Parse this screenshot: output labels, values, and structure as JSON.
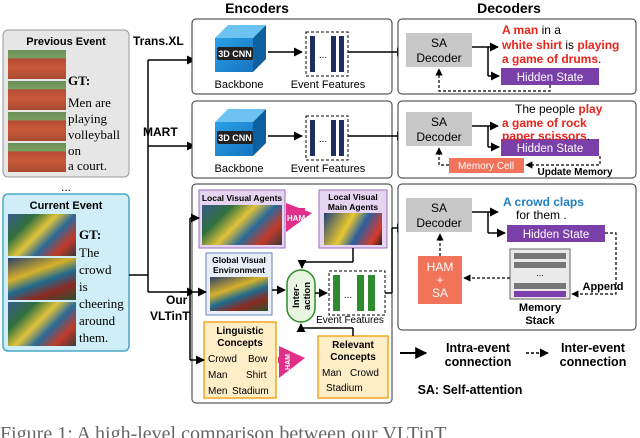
{
  "headers": {
    "encoders": "Encoders",
    "decoders": "Decoders"
  },
  "previous_event": {
    "title": "Previous Event",
    "gt_label": "GT:",
    "gt_lines": [
      "Men are",
      "playing",
      "volleyball",
      "on",
      "a court."
    ]
  },
  "ellipsis": "...",
  "current_event": {
    "title": "Current Event",
    "gt_label": "GT:",
    "gt_lines": [
      "The",
      "crowd",
      "is",
      "cheering",
      "around",
      "them."
    ]
  },
  "models": {
    "transxl": "Trans.XL",
    "mart": "MART",
    "ours_line1": "Our",
    "ours_line2": "VLTinT"
  },
  "encoder": {
    "cnn": "3D CNN",
    "backbone": "Backbone",
    "event_features": "Event Features",
    "local_visual_agents": "Local Visual Agents",
    "local_visual_main_agents_line1": "Local Visual",
    "local_visual_main_agents_line2": "Main Agents",
    "global_visual_line1": "Global Visual",
    "global_visual_line2": "Environment",
    "ham": "HAM",
    "interaction_line1": "Inter-",
    "interaction_line2": "action",
    "linguistic_line1": "Linguistic",
    "linguistic_line2": "Concepts",
    "linguistic_words": [
      "Crowd",
      "Bow",
      "Man",
      "Shirt",
      "Men",
      "Stadium"
    ],
    "relevant_line1": "Relevant",
    "relevant_line2": "Concepts",
    "relevant_words": [
      "Man",
      "Crowd",
      "Stadium"
    ]
  },
  "decoder": {
    "sa": "SA",
    "decoder": "Decoder",
    "hidden_state": "Hidden State",
    "memory_cell": "Memory Cell",
    "update_memory": "Update Memory",
    "ham": "HAM",
    "plus": "+",
    "sa2": "SA",
    "memory_line1": "Memory",
    "memory_line2": "Stack",
    "append": "Append",
    "out1": {
      "p1": "A man",
      "p2": " in a",
      "p3": "white shirt",
      "p4": " is ",
      "p5": "playing",
      "p6": "a game of drums",
      "p7": "."
    },
    "out2": {
      "p1": "The people ",
      "p2": "play",
      "p3": "a game of rock",
      "p4": "paper scissors",
      "p5": "."
    },
    "out3": {
      "p1": "A crowd claps",
      "p2": "for them ."
    }
  },
  "legend": {
    "intra_line1": "Intra-event",
    "intra_line2": "connection",
    "inter_line1": "Inter-event",
    "inter_line2": "connection",
    "sa_def": "SA: Self-attention"
  },
  "caption": "Figure 1: A high-level comparison between our VLTinT",
  "colors": {
    "red": "#e8231a",
    "blue": "#1f7fc4",
    "purple": "#7a3fa8",
    "gray": "#c8c8c8",
    "salmon": "#f0735a",
    "ham": "#e0308a",
    "cyan": "#cfeef8",
    "orange": "#f5a623",
    "green": "#2e8b2e"
  }
}
